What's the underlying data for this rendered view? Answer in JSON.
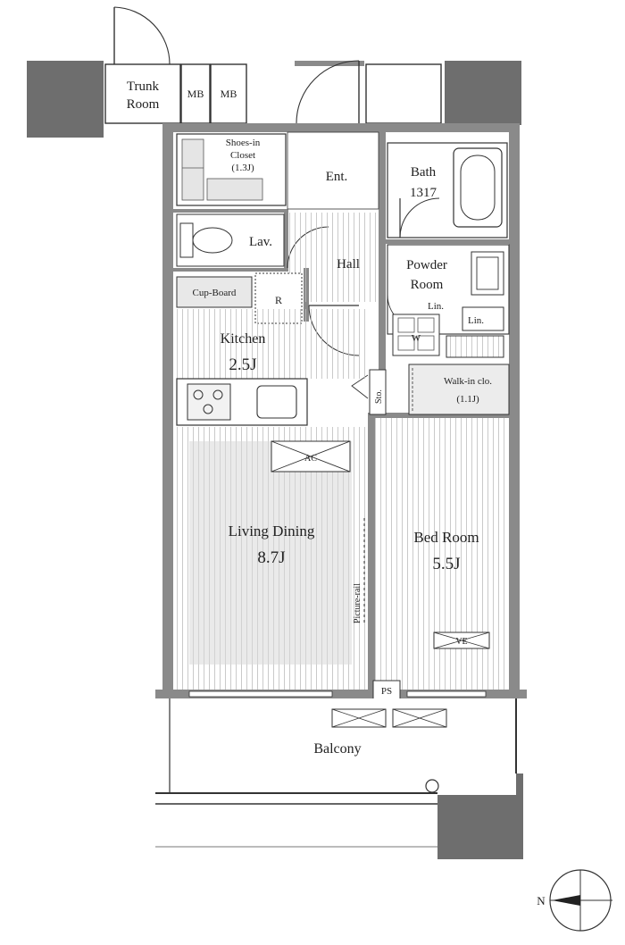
{
  "rooms": {
    "trunk_room": [
      "Trunk",
      "Room"
    ],
    "mb": "MB",
    "shoes_closet": [
      "Shoes-in",
      "Closet",
      "(1.3J)"
    ],
    "entrance": "Ent.",
    "bath": [
      "Bath",
      "1317"
    ],
    "lavatory": "Lav.",
    "hall": "Hall",
    "powder_room": [
      "Powder",
      "Room"
    ],
    "linen": "Lin.",
    "cupboard": "Cup-Board",
    "refrigerator": "R",
    "washer": "W",
    "kitchen": [
      "Kitchen",
      "2.5J"
    ],
    "storage": "Sto.",
    "walkin_closet": [
      "Walk-in clo.",
      "(1.1J)"
    ],
    "air_conditioner": "AC",
    "living_dining": [
      "Living Dining",
      "8.7J"
    ],
    "bedroom": [
      "Bed Room",
      "5.5J"
    ],
    "picture_rail": "Picture-rail",
    "ventilation": "VE",
    "pipe_space": "PS",
    "balcony": "Balcony"
  },
  "compass": {
    "north_label": "N"
  },
  "colors": {
    "wall": "#8a8a8a",
    "wall_dark": "#6e6e6e",
    "line": "#333333",
    "floor": "#d8d8d8"
  }
}
